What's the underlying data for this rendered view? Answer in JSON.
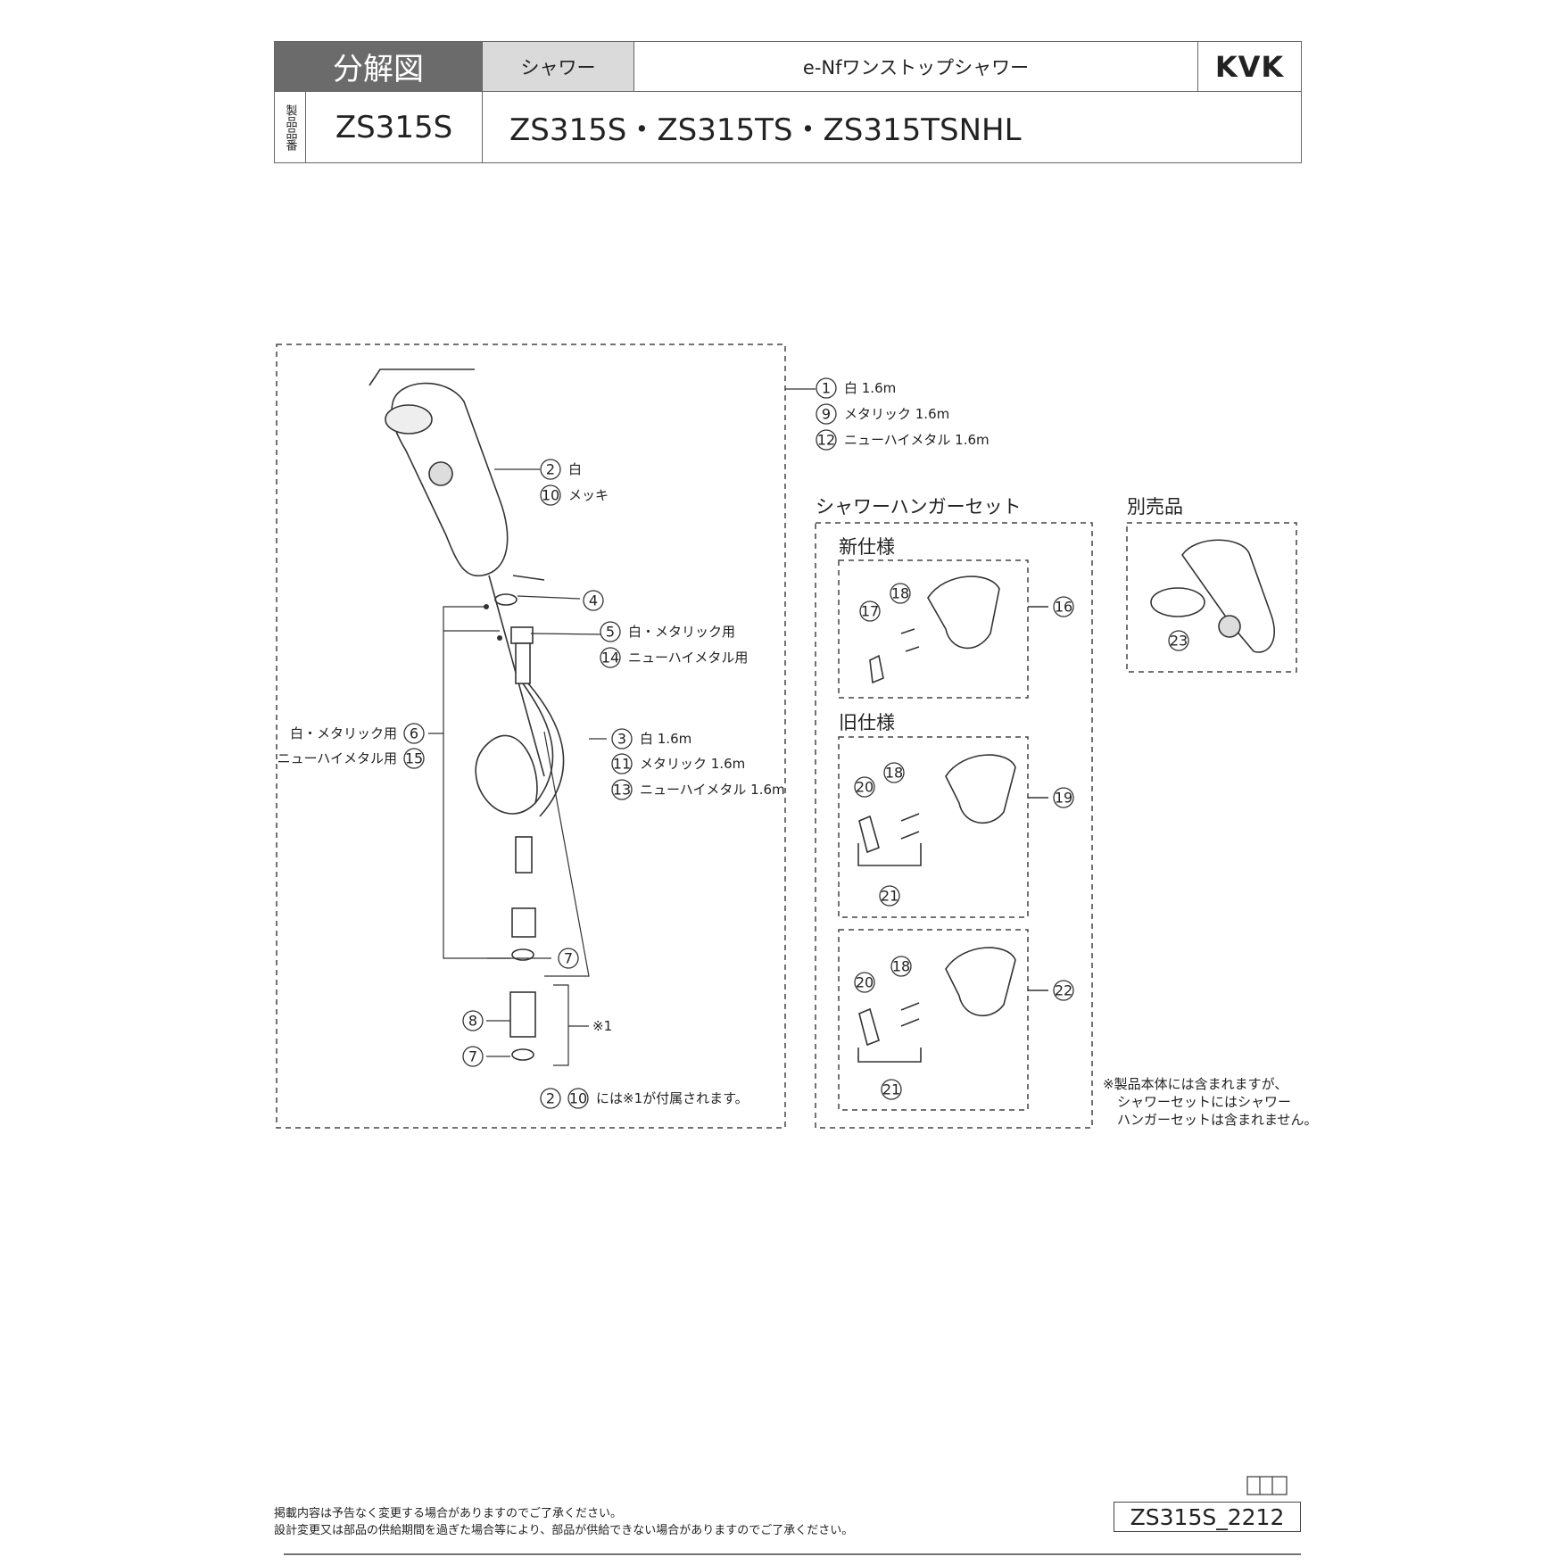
{
  "header": {
    "title": "分解図",
    "category": "シャワー",
    "product_name": "e-Nfワンストップシャワー",
    "brand": "KVK",
    "vertical_label": "製品品番",
    "model": "ZS315S",
    "models": "ZS315S・ZS315TS・ZS315TSNHL"
  },
  "labels": {
    "p1": "白 1.6m",
    "p9": "メタリック 1.6m",
    "p12": "ニューハイメタル 1.6m",
    "p2": "白",
    "p10": "メッキ",
    "p5": "白・メタリック用",
    "p14": "ニューハイメタル用",
    "p6": "白・メタリック用",
    "p15": "ニューハイメタル用",
    "p3": "白 1.6m",
    "p11": "メタリック 1.6m",
    "p13": "ニューハイメタル 1.6m",
    "note1_mark": "※1",
    "note_main": "には※1が付属されます。"
  },
  "sections": {
    "hanger_set": "シャワーハンガーセット",
    "new_spec": "新仕様",
    "old_spec": "旧仕様",
    "sold_separately": "別売品"
  },
  "side_note": {
    "line1": "※製品本体には含まれますが、",
    "line2": "シャワーセットにはシャワー",
    "line3": "ハンガーセットは含まれません。"
  },
  "footer": {
    "line1": "掲載内容は予告なく変更する場合がありますのでご了承ください。",
    "line2": "設計変更又は部品の供給期間を過ぎた場合等により、部品が供給できない場合がありますのでご了承ください。",
    "code": "ZS315S_2212"
  },
  "part_numbers": [
    "1",
    "2",
    "3",
    "4",
    "5",
    "6",
    "7",
    "8",
    "9",
    "10",
    "11",
    "12",
    "13",
    "14",
    "15",
    "16",
    "17",
    "18",
    "19",
    "20",
    "21",
    "22",
    "23"
  ]
}
